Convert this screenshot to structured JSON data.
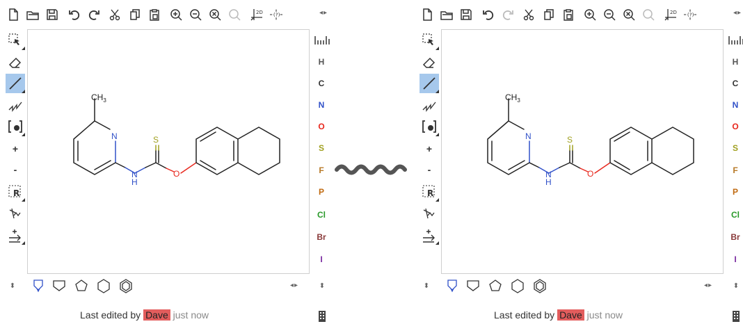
{
  "colors": {
    "nitrogen": "#3050c8",
    "oxygen": "#e8281e",
    "sulfur": "#a0a020",
    "bond": "#222222",
    "active_tool": "#a6c8ec",
    "user_highlight": "#e35d5d"
  },
  "top_toolbar": [
    "new-file-icon",
    "open-file-icon",
    "save-icon",
    "undo-icon",
    "redo-icon",
    "cut-icon",
    "copy-icon",
    "paste-icon",
    "zoom-in-icon",
    "zoom-out-icon",
    "zoom-reset-icon",
    "search-icon",
    "clean-2d-icon",
    "stereo-icon"
  ],
  "left_toolbar": {
    "charge_plus": "+",
    "charge_minus": "-",
    "rgroup_label": "R"
  },
  "atoms": [
    "H",
    "C",
    "N",
    "O",
    "S",
    "F",
    "P",
    "Cl",
    "Br",
    "I"
  ],
  "atom_colors": [
    "#555555",
    "#333333",
    "#3050c8",
    "#e8281e",
    "#a0a020",
    "#b87a28",
    "#c06a10",
    "#2a9a2a",
    "#8a3a3a",
    "#7a2aa0"
  ],
  "bottom_toolbar": [
    "benzene-template-icon",
    "cyclopentane-icon",
    "cyclopentane-flat-icon",
    "cyclohexane-icon",
    "benzene-icon"
  ],
  "molecule": {
    "methyl_label": "CH",
    "methyl_sub": "3",
    "n_label": "N",
    "s_label": "S",
    "nh_label": "N",
    "nh_h_label": "H",
    "o_label": "O"
  },
  "editors": {
    "left": {
      "redo_enabled": true
    },
    "right": {
      "redo_enabled": false
    }
  },
  "status": {
    "prefix": "Last edited by",
    "user": "Dave",
    "time": "just now"
  }
}
